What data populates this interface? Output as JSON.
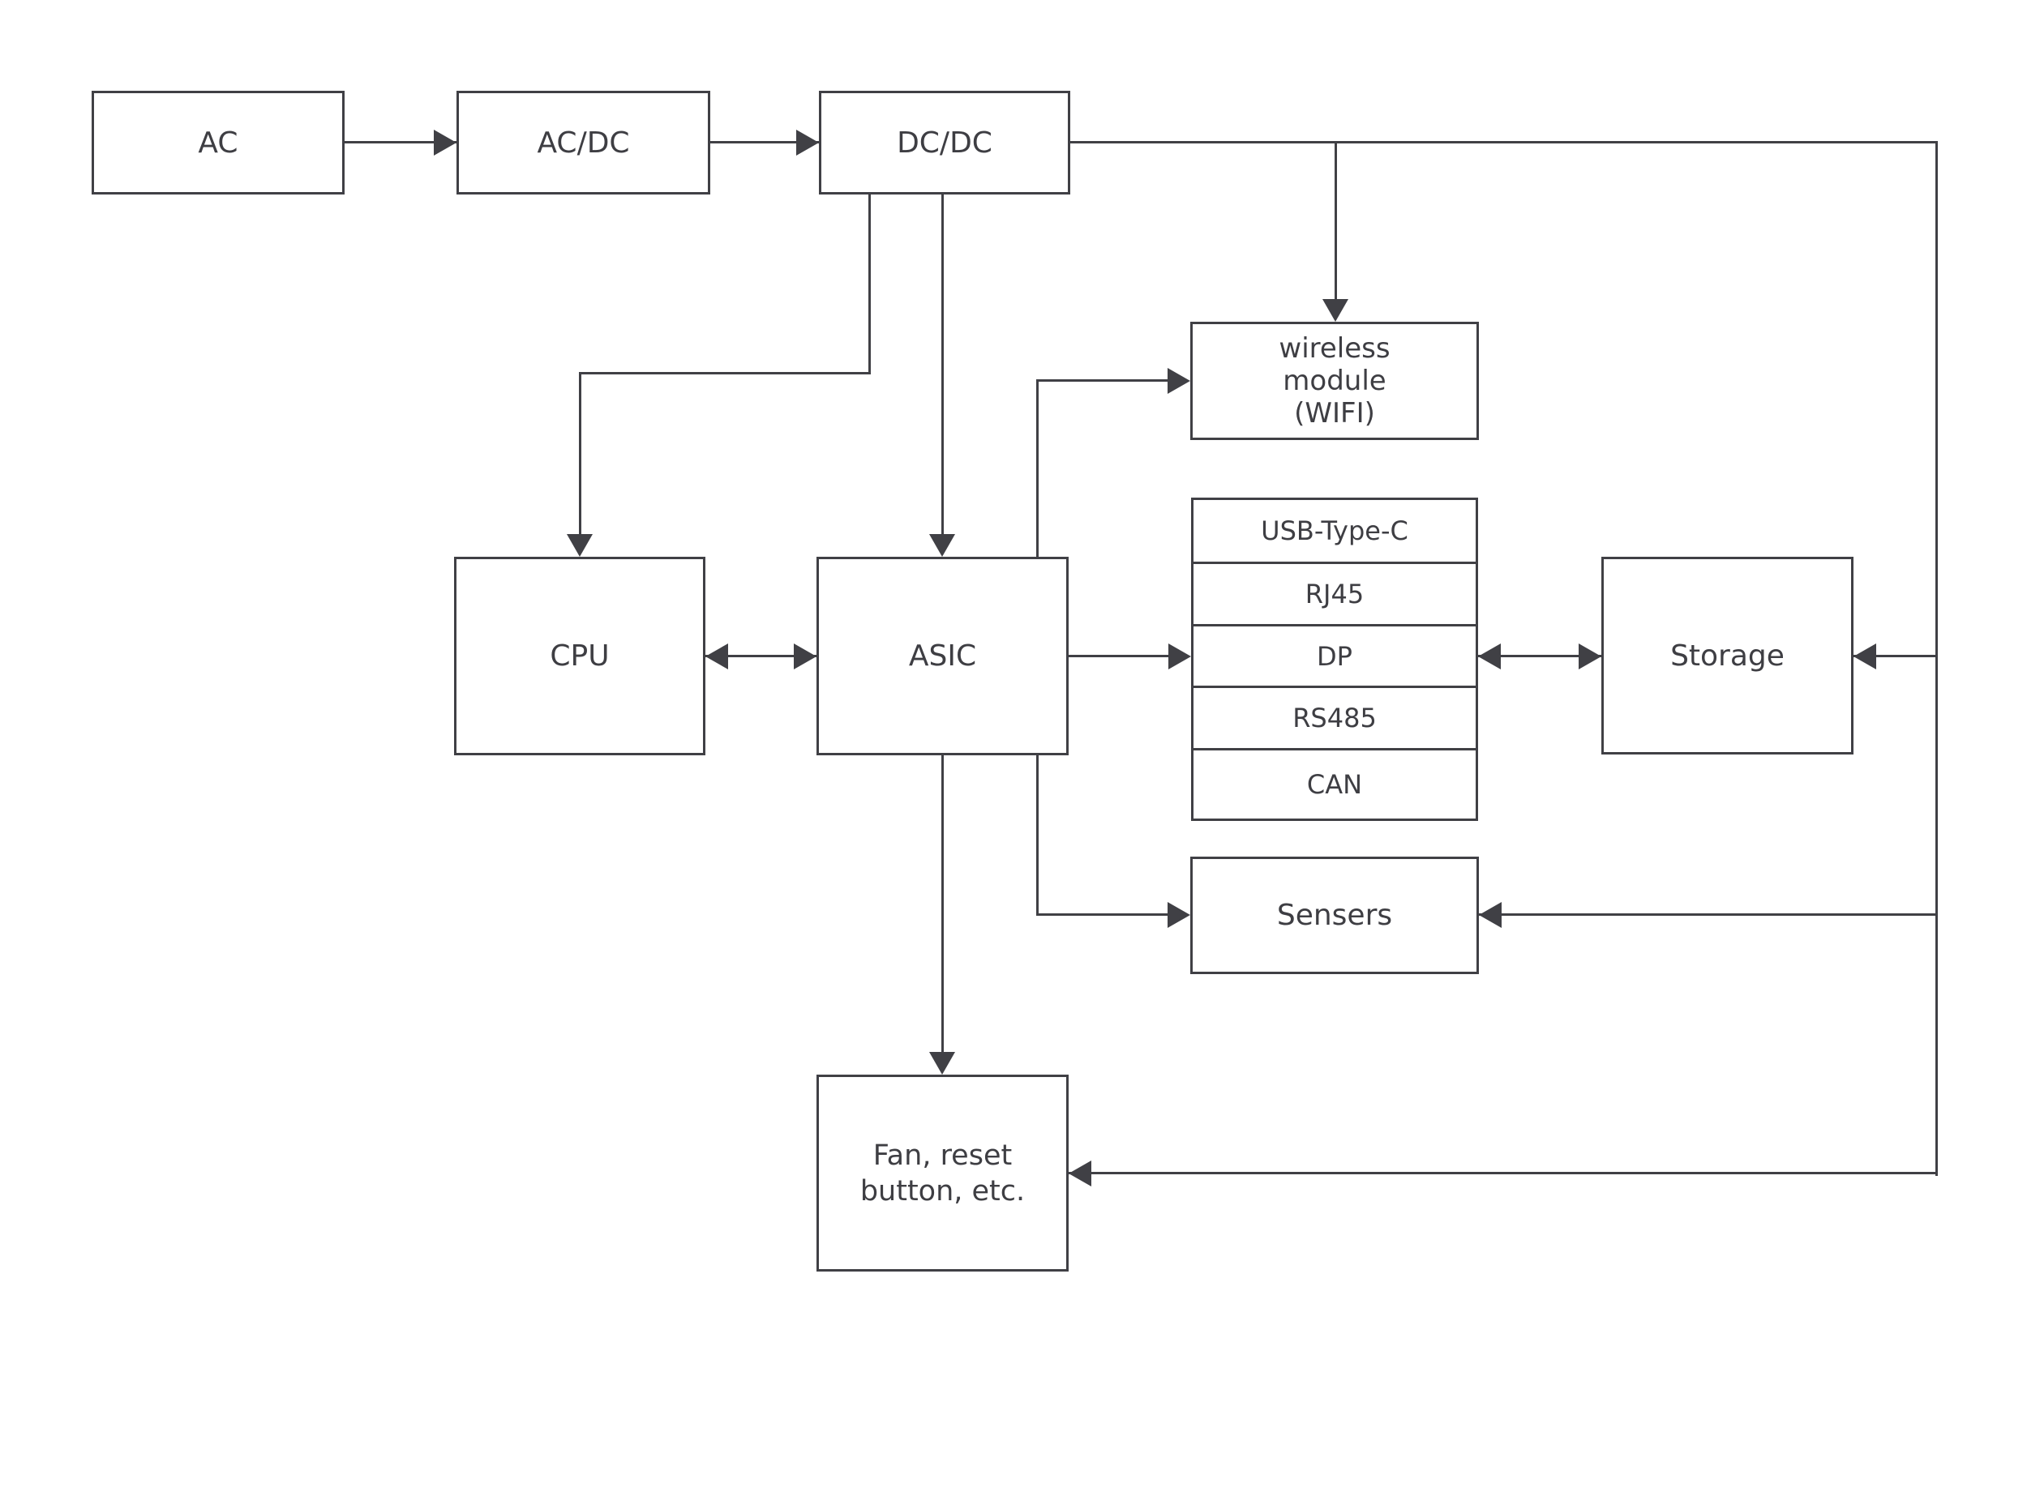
{
  "colors": {
    "stroke": "#404045",
    "text": "#3e3e43",
    "background": "#ffffff"
  },
  "nodes": {
    "ac": {
      "label": "AC"
    },
    "ac_dc": {
      "label": "AC/DC"
    },
    "dc_dc": {
      "label": "DC/DC"
    },
    "cpu": {
      "label": "CPU"
    },
    "asic": {
      "label": "ASIC"
    },
    "wireless_module": {
      "lines": [
        "wireless",
        "module",
        "(WIFI)"
      ]
    },
    "ports": {
      "items": [
        "USB-Type-C",
        "RJ45",
        "DP",
        "RS485",
        "CAN"
      ]
    },
    "storage": {
      "label": "Storage"
    },
    "sensers": {
      "label": "Sensers"
    },
    "fan": {
      "label": "Fan, reset button, etc."
    }
  },
  "connections": [
    {
      "from": "AC",
      "to": "AC/DC",
      "direction": "one-way"
    },
    {
      "from": "AC/DC",
      "to": "DC/DC",
      "direction": "one-way"
    },
    {
      "from": "DC/DC",
      "to": "CPU",
      "direction": "one-way"
    },
    {
      "from": "DC/DC",
      "to": "ASIC",
      "direction": "one-way"
    },
    {
      "from": "DC/DC",
      "to": "wireless module (WIFI)",
      "direction": "one-way"
    },
    {
      "from": "DC/DC",
      "to": "Storage",
      "direction": "one-way"
    },
    {
      "from": "DC/DC",
      "to": "Sensers",
      "direction": "one-way"
    },
    {
      "from": "DC/DC",
      "to": "Fan, reset button, etc.",
      "direction": "one-way"
    },
    {
      "from": "CPU",
      "to": "ASIC",
      "direction": "two-way"
    },
    {
      "from": "ASIC",
      "to": "wireless module (WIFI)",
      "direction": "one-way"
    },
    {
      "from": "ASIC",
      "to": "ports",
      "direction": "one-way"
    },
    {
      "from": "ports",
      "to": "Storage",
      "direction": "two-way"
    },
    {
      "from": "ASIC",
      "to": "Sensers",
      "direction": "one-way"
    },
    {
      "from": "ASIC",
      "to": "Fan, reset button, etc.",
      "direction": "one-way"
    }
  ]
}
